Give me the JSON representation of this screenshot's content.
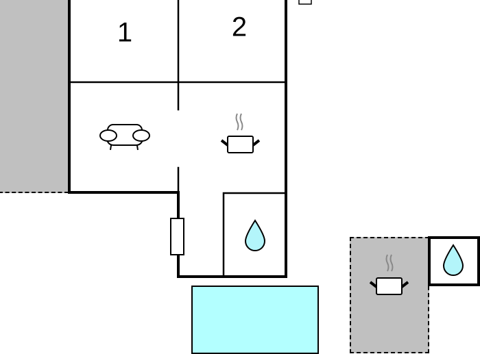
{
  "floorplan": {
    "rooms": [
      {
        "id": "bedroom-1",
        "label": "1"
      },
      {
        "id": "bedroom-2",
        "label": "2"
      }
    ],
    "icons": [
      "sofa-icon",
      "cooking-pot-icon",
      "water-drop-icon",
      "cooking-pot-icon",
      "water-drop-icon"
    ],
    "colors": {
      "terrace": "#c0c0c0",
      "pool": "#b3ffff",
      "water_drop": "#b3f5fa",
      "wall": "#000000"
    }
  }
}
